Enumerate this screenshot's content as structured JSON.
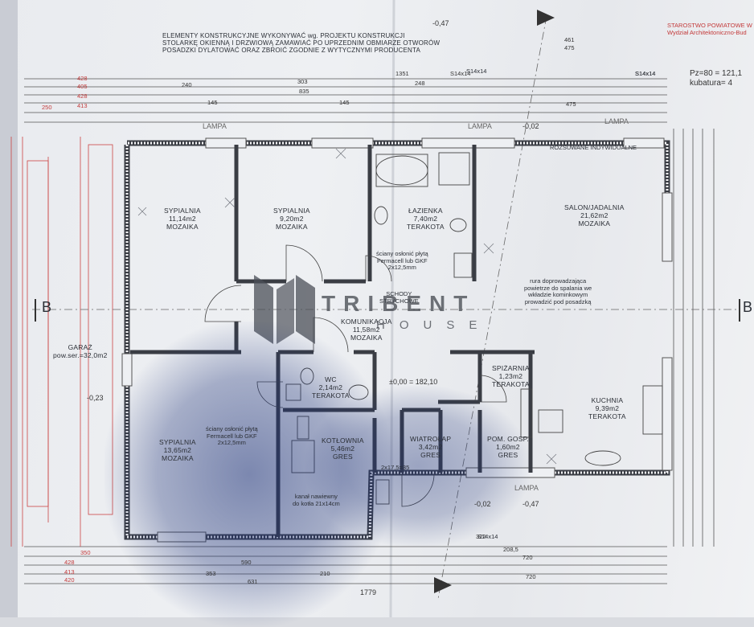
{
  "header": {
    "note_line1": "ELEMENTY KONSTRUKCYJNE WYKONYWAĆ wg. PROJEKTU KONSTRUKCJI",
    "note_line2": "STOLARKĘ OKIENNĄ I DRZWIOWĄ ZAMAWIAĆ PO UPRZEDNIM OBMIARZE OTWORÓW",
    "note_line3": "POSADZKI DYLATOWAĆ ORAZ ZBROIĆ ZGODNIE Z WYTYCZNYMI PRODUCENTA"
  },
  "stamp": {
    "line1": "STAROSTWO POWIATOWE W PIA",
    "line2": "Wydział Architektoniczno-Bud",
    "pz": "Pz=80 = 121,1",
    "kubatura": "kubatura= 4"
  },
  "levels": {
    "top": "-0,47",
    "mid": "-0,02",
    "zero": "±0,00 = 182,10",
    "floor": "-0,02",
    "outside": "-0,47",
    "garage": "-0,23"
  },
  "dims": {
    "t1": "240",
    "t2": "303",
    "t3": "835",
    "t4": "1351",
    "t5": "248",
    "t6": "461",
    "t7": "475",
    "t8": "475",
    "t9": "145",
    "t10": "145",
    "t11": "S14x14",
    "l1": "428",
    "l2": "405",
    "l3": "428",
    "l4": "413",
    "l5": "250",
    "l6": "350",
    "l7": "428",
    "l8": "413",
    "l9": "420",
    "b1": "590",
    "b2": "353",
    "b3": "631",
    "b4": "210",
    "b5": "1779",
    "b6": "208,5",
    "b7": "720",
    "b8": "720",
    "b9": "322"
  },
  "sections": {
    "b": "B"
  },
  "rooms": [
    {
      "name": "SYPIALNIA",
      "area": "11,14m2",
      "floor": "MOZAIKA"
    },
    {
      "name": "SYPIALNIA",
      "area": "9,20m2",
      "floor": "MOZAIKA"
    },
    {
      "name": "ŁAZIENKA",
      "area": "7,40m2",
      "floor": "TERAKOTA"
    },
    {
      "name": "SALON/JADALNIA",
      "area": "21,62m2",
      "floor": "MOZAIKA"
    },
    {
      "name": "KOMUNIKACJA",
      "area": "11,58m2",
      "floor": "MOZAIKA"
    },
    {
      "name": "WC",
      "area": "2,14m2",
      "floor": "TERAKOTA"
    },
    {
      "name": "SPIŻARNIA",
      "area": "1,23m2",
      "floor": "TERAKOTA"
    },
    {
      "name": "KUCHNIA",
      "area": "9,39m2",
      "floor": "TERAKOTA"
    },
    {
      "name": "SYPIALNIA",
      "area": "13,65m2",
      "floor": "MOZAIKA"
    },
    {
      "name": "KOTŁOWNIA",
      "area": "5,46m2",
      "floor": "GRES"
    },
    {
      "name": "WIATROŁAP",
      "area": "3,42m2",
      "floor": "GRES"
    },
    {
      "name": "POM. GOSP.",
      "area": "1,60m2",
      "floor": "GRES"
    },
    {
      "name": "GARAŻ",
      "area": "pow.ser.=32,0m2",
      "floor": ""
    }
  ],
  "notes": {
    "wall_cover_1": "ściany osłonić płytą",
    "wall_cover_2": "Fermacell lub GKF",
    "wall_cover_3": "2x12,5mm",
    "duct_1": "rura doprowadzająca",
    "duct_2": "powietrze do spalania we",
    "duct_3": "wkładzie kominkowym",
    "duct_4": "prowadzić pod posadzką",
    "stairs_1": "SCHODY",
    "stairs_2": "STRYCHOWE",
    "flue_1": "kanał nawiewny",
    "flue_2": "do kotła 21x14cm",
    "sliding": "ROZSUWANE INDYWIDUALNE",
    "lamp": "LAMPA",
    "s14": "S14x14",
    "riser": "2x17,5=35"
  },
  "watermark": {
    "brand": "TRIBENT",
    "sub": "HOUSE"
  }
}
